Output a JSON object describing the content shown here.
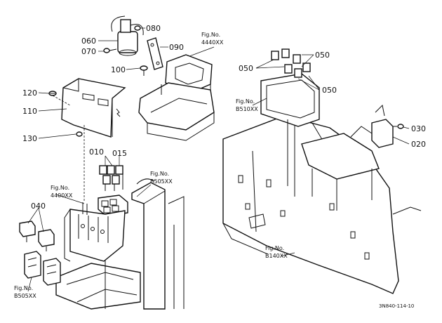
{
  "diagram": {
    "drawing_code": "3N840-114-10",
    "callouts": [
      {
        "id": "c080",
        "label": "080"
      },
      {
        "id": "c060",
        "label": "060"
      },
      {
        "id": "c090",
        "label": "090"
      },
      {
        "id": "c070",
        "label": "070"
      },
      {
        "id": "c100",
        "label": "100"
      },
      {
        "id": "c120",
        "label": "120"
      },
      {
        "id": "c110",
        "label": "110"
      },
      {
        "id": "c130",
        "label": "130"
      },
      {
        "id": "c010",
        "label": "010"
      },
      {
        "id": "c015",
        "label": "015"
      },
      {
        "id": "c040",
        "label": "040"
      },
      {
        "id": "c050a",
        "label": "050"
      },
      {
        "id": "c050b",
        "label": "050"
      },
      {
        "id": "c050c",
        "label": "050"
      },
      {
        "id": "c030",
        "label": "030"
      },
      {
        "id": "c020",
        "label": "020"
      }
    ],
    "fig_refs": [
      {
        "id": "f4440",
        "prefix": "Fig.No.",
        "ref": "4440XX"
      },
      {
        "id": "f4400",
        "prefix": "Fig.No.",
        "ref": "4400XX"
      },
      {
        "id": "fB505a",
        "prefix": "Fig.No.",
        "ref": "B505XX"
      },
      {
        "id": "fB505b",
        "prefix": "Fig.No.",
        "ref": "B505XX"
      },
      {
        "id": "fB510",
        "prefix": "Fig.No.",
        "ref": "B510XX"
      },
      {
        "id": "fB140",
        "prefix": "Fig.No.",
        "ref": "B140XX"
      }
    ]
  }
}
